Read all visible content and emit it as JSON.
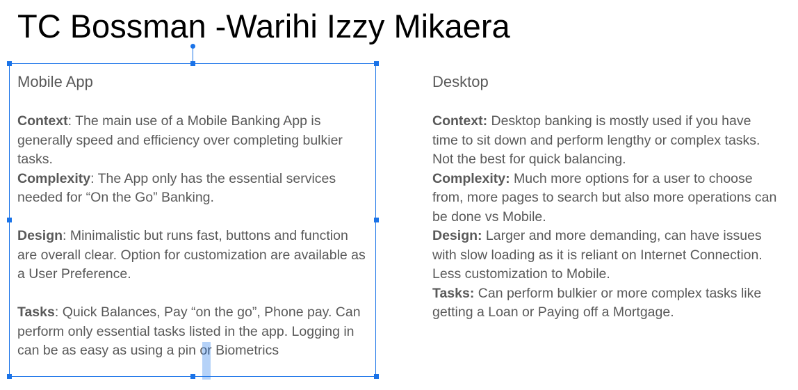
{
  "slide_title": "TC Bossman -Warihi Izzy Mikaera",
  "mobile": {
    "heading": "Mobile App",
    "context_label": "Context",
    "context_text": ": The main use of a Mobile Banking App is generally speed and efficiency over completing bulkier tasks.",
    "complexity_label": "Complexity",
    "complexity_text": ": The App only has the essential services needed for “On the Go” Banking.",
    "design_label": "Design",
    "design_text": ": Minimalistic but runs fast, buttons and function are overall clear. Option for customization are available as a User Preference.",
    "tasks_label": "Tasks",
    "tasks_text": ": Quick Balances, Pay “on the go”, Phone pay. Can perform only essential tasks listed in the app. Logging in can be as easy as using a pin or Biometrics"
  },
  "desktop": {
    "heading": "Desktop",
    "context_label": "Context:",
    "context_text": " Desktop banking is mostly used if you have time to sit down and perform lengthy or complex tasks. Not the best for quick balancing.",
    "complexity_label": "Complexity:",
    "complexity_text": " Much more options for a user to choose from, more pages to search but also more operations can be done vs Mobile.",
    "design_label": "Design:",
    "design_text": " Larger and more demanding, can have issues with slow loading as it is reliant on Internet Connection. Less customization to Mobile.",
    "tasks_label": "Tasks:",
    "tasks_text": " Can perform bulkier or more complex tasks like getting a Loan or Paying off a Mortgage."
  },
  "colors": {
    "selection": "#1a73e8",
    "text": "#595959",
    "title": "#000000"
  }
}
